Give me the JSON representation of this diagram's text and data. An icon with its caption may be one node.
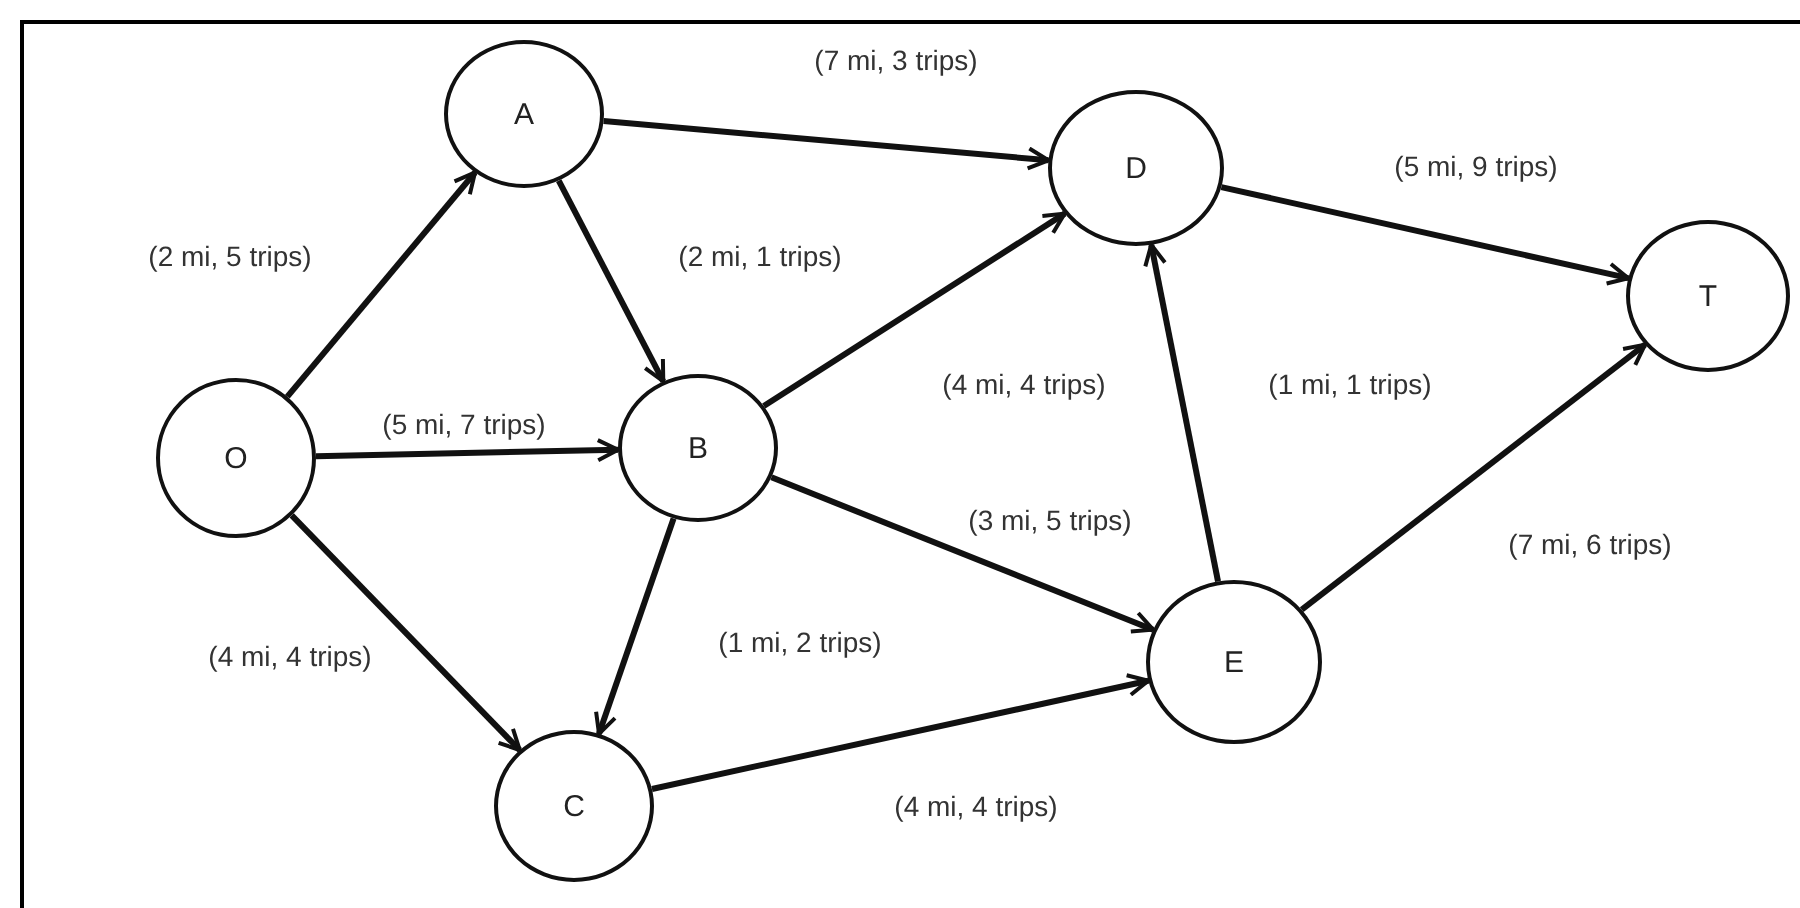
{
  "diagram": {
    "nodes": [
      {
        "text": [
          "O"
        ]
      },
      {
        "text": [
          "A"
        ]
      },
      {
        "text": [
          "B"
        ]
      },
      {
        "text": [
          "C"
        ]
      },
      {
        "text": [
          "D"
        ]
      },
      {
        "text": [
          "E"
        ]
      },
      {
        "text": [
          "T"
        ]
      }
    ],
    "edges": [
      {
        "from": 0,
        "to": 1,
        "arrow": "to",
        "label": "(2 mi, 5 trips)"
      },
      {
        "from": 0,
        "to": 2,
        "arrow": "to",
        "label": "(5 mi, 7 trips)"
      },
      {
        "from": 0,
        "to": 3,
        "arrow": "to",
        "label": "(4 mi, 4 trips)"
      },
      {
        "from": 1,
        "to": 4,
        "arrow": "to",
        "label": "(7 mi, 3 trips)"
      },
      {
        "from": 1,
        "to": 2,
        "arrow": "to",
        "label": "(2 mi, 1 trips)"
      },
      {
        "from": 2,
        "to": 4,
        "arrow": "to",
        "label": "(4 mi, 4 trips)"
      },
      {
        "from": 2,
        "to": 5,
        "arrow": "to",
        "label": "(3 mi, 5 trips)"
      },
      {
        "from": 2,
        "to": 3,
        "arrow": "to",
        "label": "(1 mi, 2 trips)"
      },
      {
        "from": 3,
        "to": 5,
        "arrow": "to",
        "label": "(4 mi, 4 trips)"
      },
      {
        "from": 5,
        "to": 4,
        "arrow": "to",
        "label": "(1 mi, 1 trips)"
      },
      {
        "from": 4,
        "to": 6,
        "arrow": "to",
        "label": "(5 mi, 9 trips)"
      },
      {
        "from": 5,
        "to": 6,
        "arrow": "to",
        "label": "(7 mi, 6 trips)"
      }
    ]
  }
}
